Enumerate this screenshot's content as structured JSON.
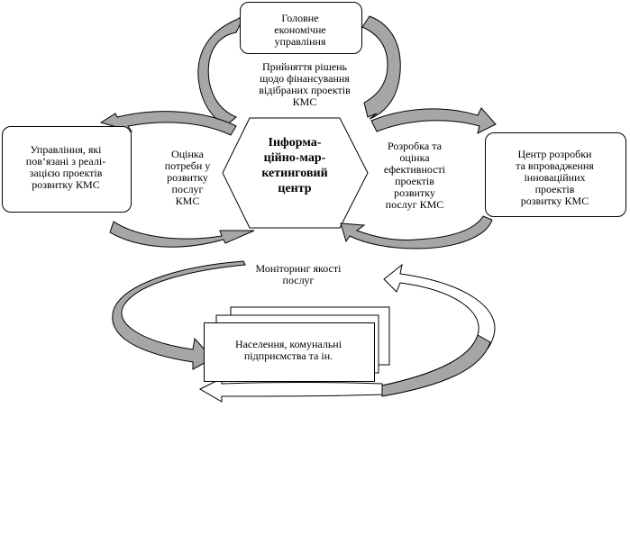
{
  "center": {
    "title": "Інформа-\nційно-мар-\nкетинговий\nцентр"
  },
  "nodes": {
    "top": "Головне\nекономічне\nуправління",
    "left": "Управління, які\nпов’язані з реалі-\nзацією проектів\nрозвитку КМС",
    "right": "Центр розробки\nта впровадження\nінноваційних\nпроектів\nрозвитку КМС",
    "bottom": "Населення, комунальні\nпідприємства та ін."
  },
  "flows": {
    "top": "Прийняття рішень\nщодо фінансування\nвідібраних проектів\nКМС",
    "left": "Оцінка\nпотреби у\nрозвитку\nпослуг\nКМС",
    "right": "Розробка та\nоцінка\nефективності\nпроектів\nрозвитку\nпослуг КМС",
    "bottom": "Моніторинг якості\nпослуг"
  },
  "colors": {
    "arrow_fill": "#a6a6a6",
    "stroke": "#000000",
    "background": "#ffffff"
  }
}
